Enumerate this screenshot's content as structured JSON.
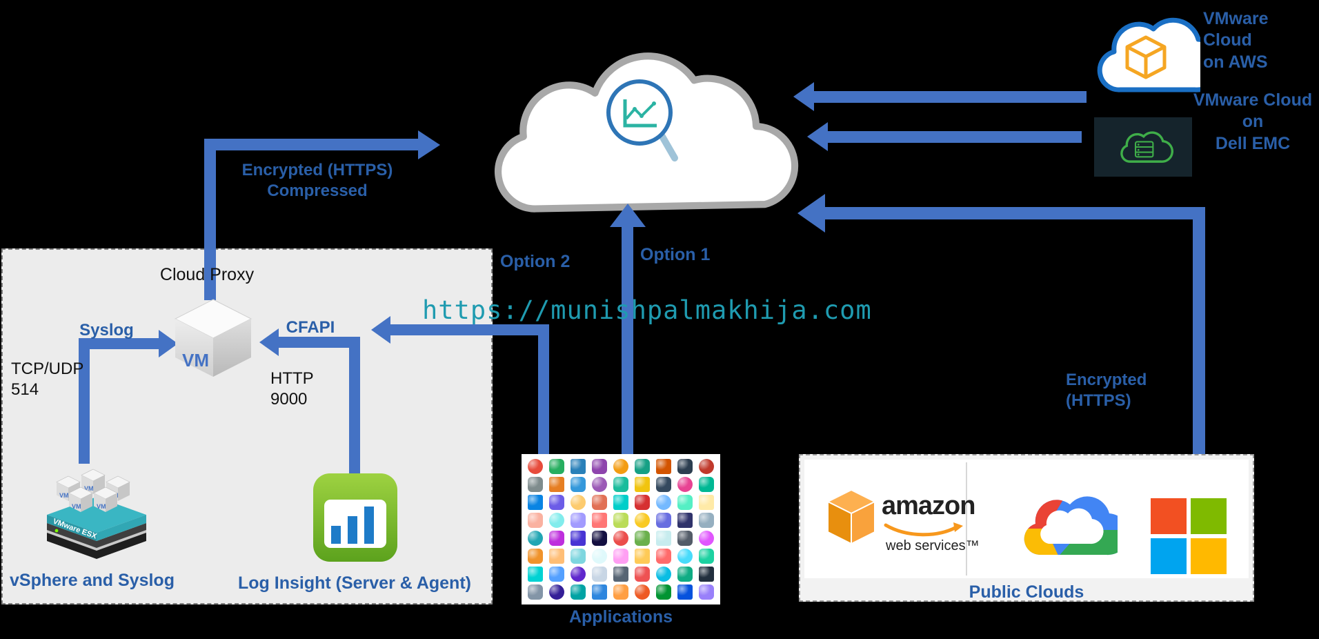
{
  "colors": {
    "arrow": "#4472c4",
    "label_blue": "#2a5fa8",
    "watermark_teal": "#1f9bb0",
    "log_insight_green": "#76b82a",
    "aws_orange": "#f7981d",
    "ms_red": "#f25022",
    "ms_green": "#7fba00",
    "ms_blue": "#00a4ef",
    "ms_yellow": "#ffb900",
    "g_blue": "#4285f4",
    "g_red": "#ea4335",
    "g_yellow": "#fbbc05",
    "g_green": "#34a853"
  },
  "watermark": "https://munishpalmakhija.com",
  "labels": {
    "encrypted_https": "Encrypted (HTTPS)",
    "compressed": "Compressed",
    "cloud_proxy": "Cloud Proxy",
    "syslog": "Syslog",
    "tcp_udp": "TCP/UDP",
    "port_514": "514",
    "cfapi": "CFAPI",
    "http": "HTTP",
    "port_9000": "9000",
    "option_1": "Option 1",
    "option_2": "Option 2",
    "encrypted": "Encrypted",
    "https_paren": "(HTTPS)",
    "vsphere_syslog": "vSphere and Syslog",
    "log_insight": "Log Insight (Server & Agent)",
    "applications": "Applications",
    "public_clouds": "Public Clouds",
    "vm": "VM",
    "vmware_esx": "VMware ESX",
    "vmc_aws_line1": "VMware Cloud",
    "vmc_aws_line2": "on AWS",
    "vmc_dell_line1": "VMware Cloud",
    "vmc_dell_line2": "on",
    "vmc_dell_line3": "Dell EMC",
    "amazon": "amazon",
    "web_services": "web services™"
  },
  "app_icons": [
    "#e74c3c",
    "#27ae60",
    "#2980b9",
    "#8e44ad",
    "#f39c12",
    "#16a085",
    "#d35400",
    "#2c3e50",
    "#c0392b",
    "#7f8c8d",
    "#e67e22",
    "#3498db",
    "#9b59b6",
    "#1abc9c",
    "#f1c40f",
    "#34495e",
    "#e84393",
    "#00b894",
    "#0984e3",
    "#6c5ce7",
    "#fdcb6e",
    "#e17055",
    "#00cec9",
    "#d63031",
    "#74b9ff",
    "#55efc4",
    "#ffeaa7",
    "#fab1a0",
    "#81ecec",
    "#a29bfe",
    "#ff7675",
    "#badc58",
    "#f9ca24",
    "#686de0",
    "#30336b",
    "#95afc0",
    "#22a6b3",
    "#be2edd",
    "#4834d4",
    "#130f40",
    "#eb4d4b",
    "#6ab04c",
    "#c7ecee",
    "#535c68",
    "#e056fd",
    "#f0932b",
    "#ffbe76",
    "#7ed6df",
    "#dff9fb",
    "#ff9ff3",
    "#feca57",
    "#ff6b6b",
    "#48dbfb",
    "#1dd1a1",
    "#00d2d3",
    "#54a0ff",
    "#5f27cd",
    "#c8d6e5",
    "#576574",
    "#ee5253",
    "#0abde3",
    "#10ac84",
    "#222f3e",
    "#8395a7",
    "#341f97",
    "#01a3a4",
    "#2e86de",
    "#ff9f43",
    "#ee5a24",
    "#009432",
    "#0652DD",
    "#9980FA"
  ]
}
